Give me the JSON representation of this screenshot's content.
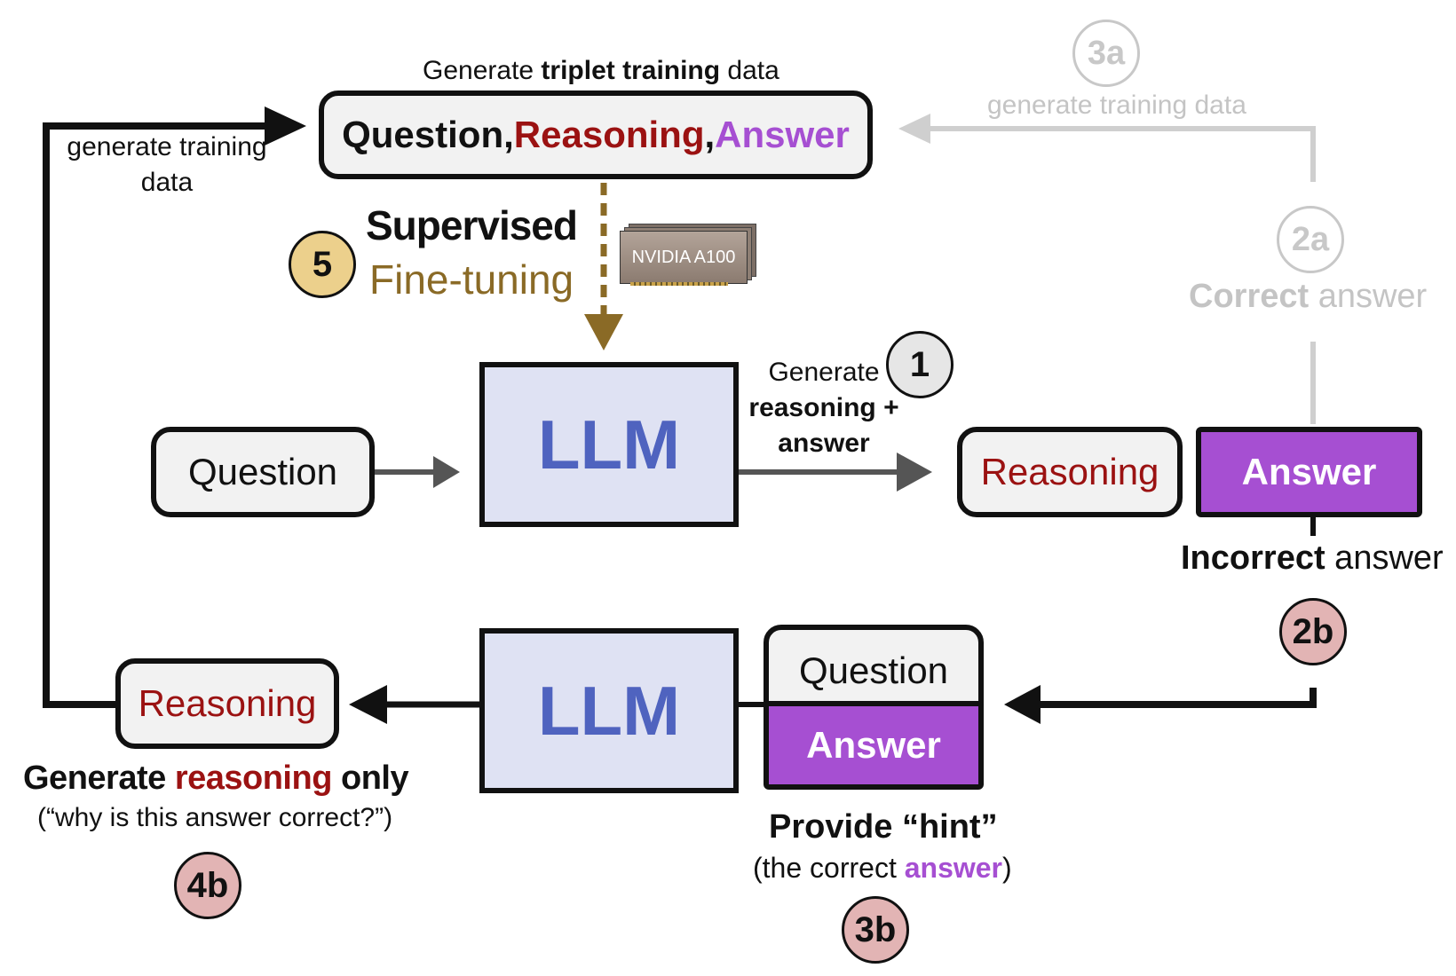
{
  "top": {
    "caption_prefix": "Generate ",
    "caption_bold": "triplet training",
    "caption_suffix": " data",
    "triplet_question": "Question",
    "triplet_sep": ", ",
    "triplet_reasoning": "Reasoning",
    "triplet_answer": "Answer"
  },
  "left_loop": {
    "line1": "generate training",
    "line2": "data"
  },
  "step5": {
    "number": "5",
    "line1": "Supervised",
    "line2": "Fine-tuning",
    "gpu_label": "NVIDIA A100"
  },
  "step3a": {
    "number": "3a",
    "label": "generate training data"
  },
  "step2a": {
    "number": "2a",
    "label_bold": "Correct",
    "label_rest": " answer"
  },
  "middle": {
    "question": "Question",
    "llm": "LLM",
    "gen_line1": "Generate",
    "gen_line2": "reasoning +",
    "gen_line3": "answer",
    "step1": "1",
    "reasoning": "Reasoning",
    "answer": "Answer"
  },
  "step2b": {
    "number": "2b",
    "label_bold": "Incorrect",
    "label_rest": " answer"
  },
  "bottom": {
    "llm": "LLM",
    "hint_question": "Question",
    "hint_answer": "Answer",
    "hint_title": "Provide “hint”",
    "hint_sub_prefix": "(the correct ",
    "hint_sub_answer": "answer",
    "hint_sub_suffix": ")",
    "step3b": "3b",
    "reasoning": "Reasoning",
    "gen_prefix": "Generate ",
    "gen_reasoning": "reasoning",
    "gen_suffix": " only",
    "gen_sub": "(“why is this answer correct?”)",
    "step4b": "4b"
  },
  "colors": {
    "red": "#9b1212",
    "purple": "#a64fd2",
    "llm_fill": "#dfe2f3",
    "llm_text": "#4f63bf",
    "sft_gold": "#8a6a26",
    "step5_fill": "#ecd08c",
    "pink_fill": "#e2b4b4",
    "faded_gray": "#c4c4c4"
  }
}
